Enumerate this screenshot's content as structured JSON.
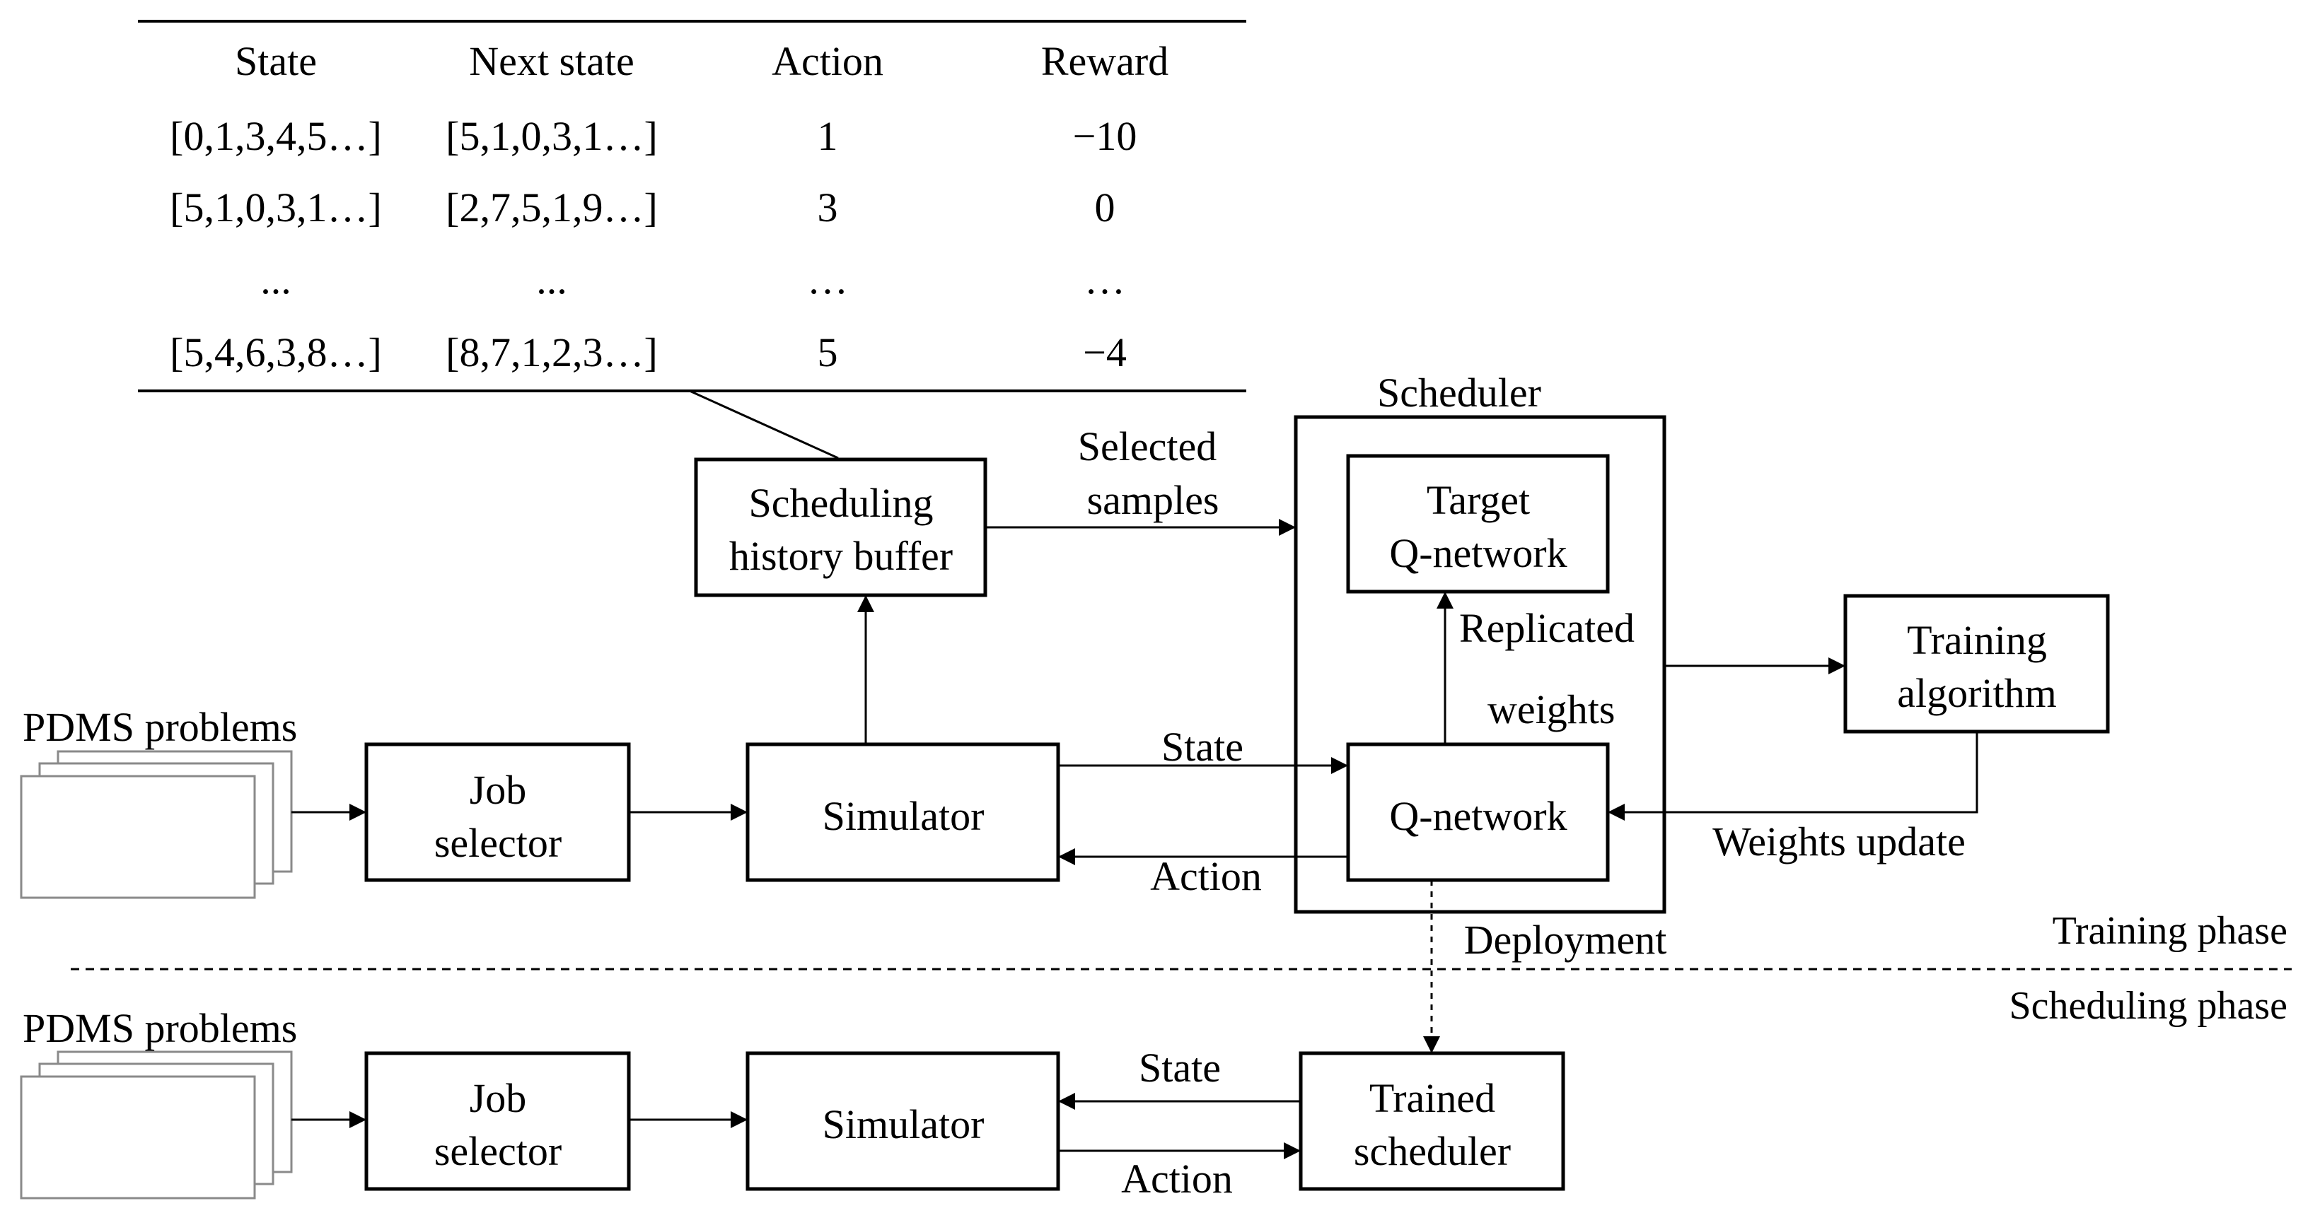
{
  "table": {
    "headers": [
      "State",
      "Next state",
      "Action",
      "Reward"
    ],
    "rows": [
      [
        "[0,1,3,4,5…]",
        "[5,1,0,3,1…]",
        "1",
        "−10"
      ],
      [
        "[5,1,0,3,1…]",
        "[2,7,5,1,9…]",
        "3",
        "0"
      ],
      [
        "...",
        "...",
        "…",
        "…"
      ],
      [
        "[5,4,6,3,8…]",
        "[8,7,1,2,3…]",
        "5",
        "−4"
      ]
    ]
  },
  "training": {
    "problems_label": "PDMS problems",
    "job_selector": [
      "Job",
      "selector"
    ],
    "simulator": "Simulator",
    "history_buffer": [
      "Scheduling",
      "history buffer"
    ],
    "selected_samples": [
      "Selected",
      "samples"
    ],
    "scheduler_label": "Scheduler",
    "target_qnet": [
      "Target",
      "Q-network"
    ],
    "replicated_weights": [
      "Replicated",
      "weights"
    ],
    "qnet": "Q-network",
    "training_algorithm": [
      "Training",
      "algorithm"
    ],
    "weights_update": "Weights update",
    "state": "State",
    "action": "Action",
    "deployment": "Deployment"
  },
  "phases": {
    "training": "Training phase",
    "scheduling": "Scheduling phase"
  },
  "scheduling": {
    "problems_label": "PDMS problems",
    "job_selector": [
      "Job",
      "selector"
    ],
    "simulator": "Simulator",
    "trained_scheduler": [
      "Trained",
      "scheduler"
    ],
    "state": "State",
    "action": "Action"
  }
}
